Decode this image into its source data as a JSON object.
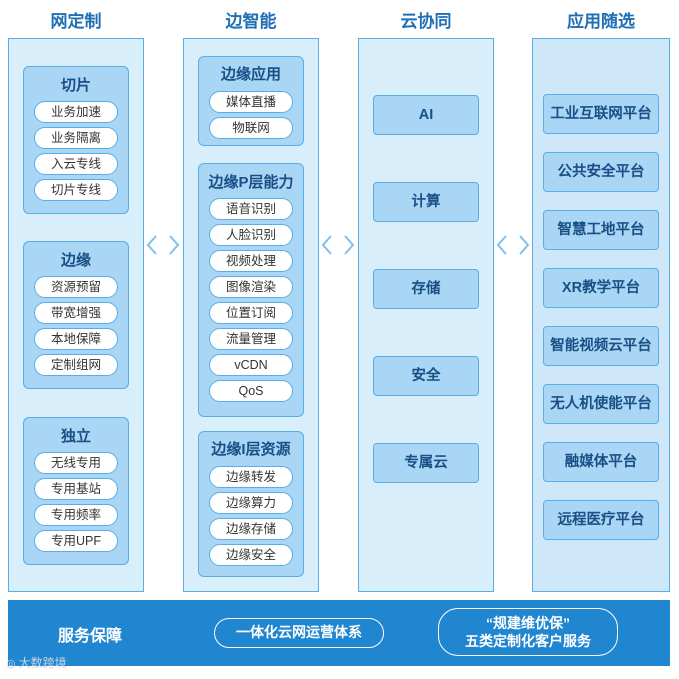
{
  "columns": {
    "network": {
      "title": "网定制",
      "groups": [
        {
          "title": "切片",
          "items": [
            "业务加速",
            "业务隔离",
            "入云专线",
            "切片专线"
          ]
        },
        {
          "title": "边缘",
          "items": [
            "资源预留",
            "带宽增强",
            "本地保障",
            "定制组网"
          ]
        },
        {
          "title": "独立",
          "items": [
            "无线专用",
            "专用基站",
            "专用频率",
            "专用UPF"
          ]
        }
      ]
    },
    "edge": {
      "title": "边智能",
      "groups": [
        {
          "title": "边缘应用",
          "items": [
            "媒体直播",
            "物联网"
          ]
        },
        {
          "title": "边缘P层能力",
          "items": [
            "语音识别",
            "人脸识别",
            "视频处理",
            "图像渲染",
            "位置订阅",
            "流量管理",
            "vCDN",
            "QoS"
          ]
        },
        {
          "title": "边缘I层资源",
          "items": [
            "边缘转发",
            "边缘算力",
            "边缘存储",
            "边缘安全"
          ]
        }
      ]
    },
    "cloud": {
      "title": "云协同",
      "items": [
        "AI",
        "计算",
        "存储",
        "安全",
        "专属云"
      ]
    },
    "apps": {
      "title": "应用随选",
      "items": [
        "工业互联网平台",
        "公共安全平台",
        "智慧工地平台",
        "XR教学平台",
        "智能视频云平台",
        "无人机使能平台",
        "融媒体平台",
        "远程医疗平台"
      ]
    }
  },
  "service": {
    "title": "服务保障",
    "pill1": "一体化云网运营体系",
    "pill2_line1": "“规建维优保”",
    "pill2_line2": "五类定制化客户服务"
  },
  "watermark": "大数跨境",
  "colors": {
    "accent": "#1f6fb5",
    "box_fill": "#a9d6f4",
    "border": "#5aaee6",
    "service_bar": "#1f86cf"
  }
}
